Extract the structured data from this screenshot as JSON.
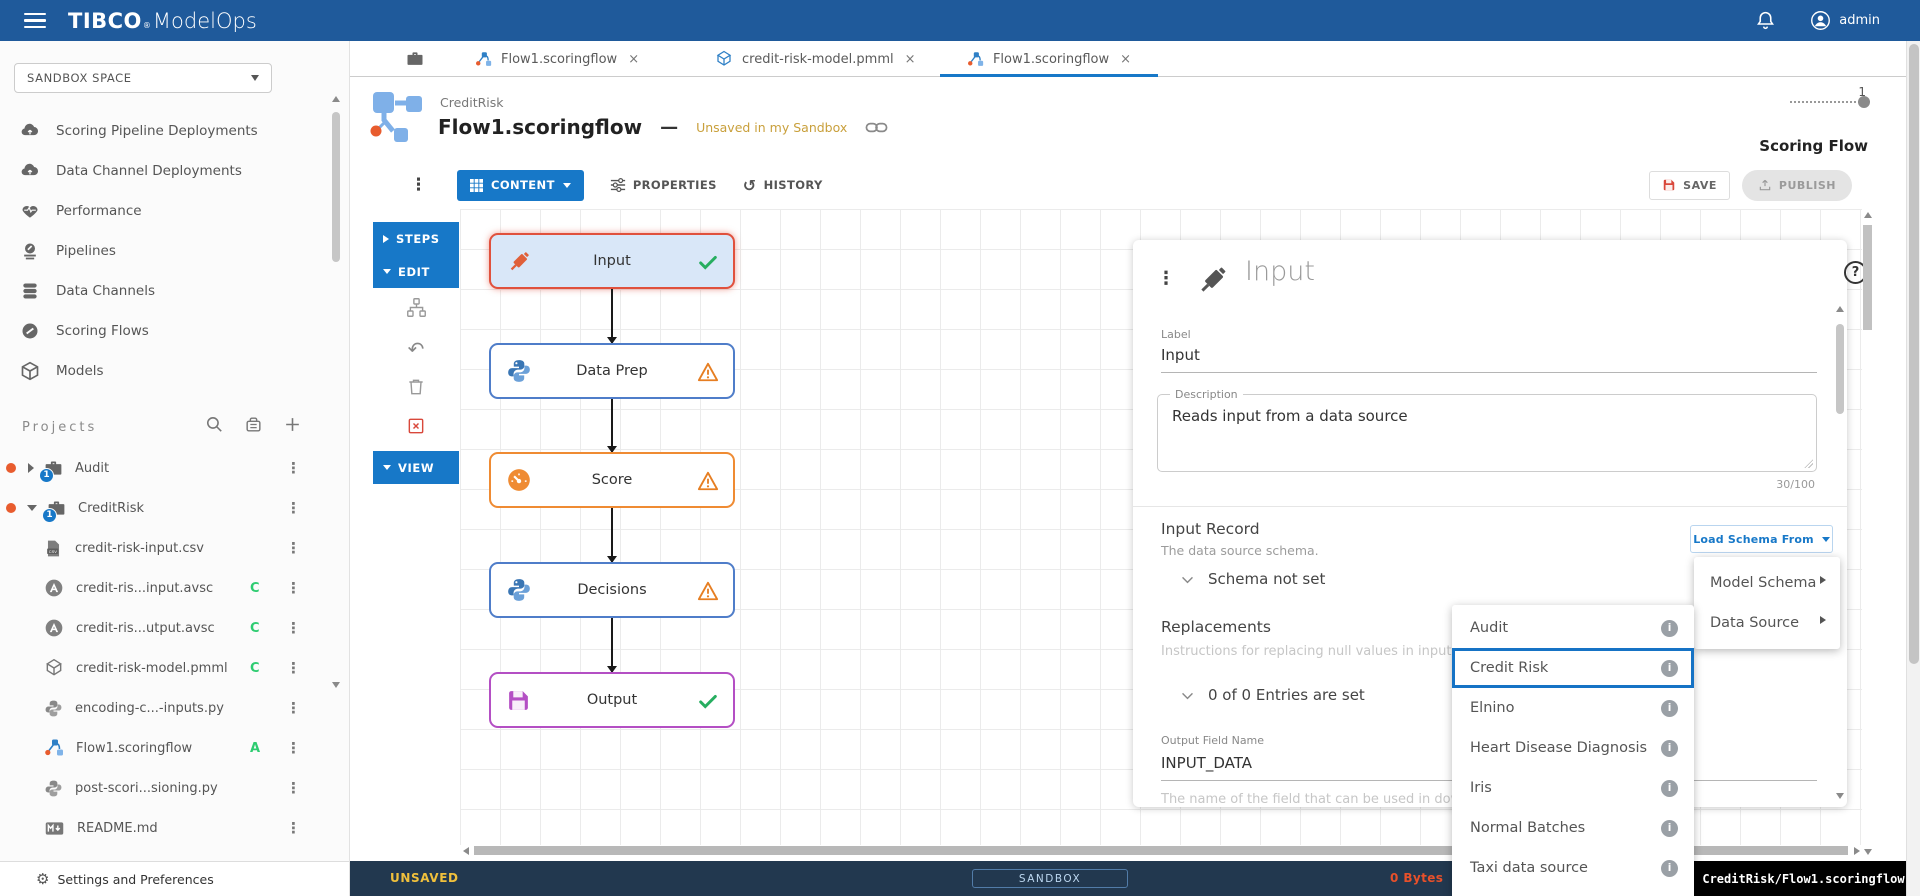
{
  "topbar": {
    "brand_primary": "TIBCO",
    "brand_mark": "®",
    "brand_secondary": "ModelOps",
    "user": "admin"
  },
  "sidebar": {
    "space_selector": "SANDBOX SPACE",
    "nav": [
      {
        "label": "Scoring Pipeline Deployments",
        "icon": "cloud-upload"
      },
      {
        "label": "Data Channel Deployments",
        "icon": "cloud-upload"
      },
      {
        "label": "Performance",
        "icon": "heart"
      },
      {
        "label": "Pipelines",
        "icon": "pipeline"
      },
      {
        "label": "Data Channels",
        "icon": "database"
      },
      {
        "label": "Scoring Flows",
        "icon": "scoring-flow"
      },
      {
        "label": "Models",
        "icon": "cube"
      }
    ],
    "projects_title": "Projects",
    "tree": [
      {
        "kind": "project",
        "name": "Audit",
        "badge": "1",
        "state": "collapsed"
      },
      {
        "kind": "project",
        "name": "CreditRisk",
        "badge": "1",
        "state": "expanded"
      },
      {
        "kind": "file",
        "name": "credit-risk-input.csv",
        "icon": "csv"
      },
      {
        "kind": "file",
        "name": "credit-ris...input.avsc",
        "icon": "avro",
        "status": "C"
      },
      {
        "kind": "file",
        "name": "credit-ris...utput.avsc",
        "icon": "avro",
        "status": "C"
      },
      {
        "kind": "file",
        "name": "credit-risk-model.pmml",
        "icon": "pmml",
        "status": "C"
      },
      {
        "kind": "file",
        "name": "encoding-c...-inputs.py",
        "icon": "python",
        "status": ""
      },
      {
        "kind": "file",
        "name": "Flow1.scoringflow",
        "icon": "flow",
        "status": "A"
      },
      {
        "kind": "file",
        "name": "post-scori...sioning.py",
        "icon": "python",
        "status": ""
      },
      {
        "kind": "file",
        "name": "README.md",
        "icon": "markdown",
        "status": ""
      }
    ],
    "settings_label": "Settings and Preferences"
  },
  "tabs": {
    "close_symbol": "×",
    "items": [
      {
        "label": "Flow1.scoringflow",
        "icon": "scoring-flow",
        "active": false
      },
      {
        "label": "credit-risk-model.pmml",
        "icon": "pmml",
        "active": false
      },
      {
        "label": "Flow1.scoringflow",
        "icon": "scoring-flow",
        "active": true
      }
    ]
  },
  "header": {
    "project": "CreditRisk",
    "title": "Flow1.scoringflow",
    "separator": "—",
    "status": "Unsaved in my Sandbox",
    "version": "1",
    "type_label": "Scoring Flow"
  },
  "toolbar": {
    "content": "CONTENT",
    "properties": "PROPERTIES",
    "history": "HISTORY",
    "save": "SAVE",
    "publish": "PUBLISH"
  },
  "canvas": {
    "edit_panel": {
      "steps": "STEPS",
      "edit": "EDIT",
      "view": "VIEW"
    },
    "nodes": [
      {
        "label": "Input",
        "icon": "syringe",
        "status": "valid"
      },
      {
        "label": "Data Prep",
        "icon": "python",
        "status": "warning"
      },
      {
        "label": "Score",
        "icon": "gauge",
        "status": "warning"
      },
      {
        "label": "Decisions",
        "icon": "python",
        "status": "warning"
      },
      {
        "label": "Output",
        "icon": "floppy",
        "status": "valid"
      }
    ]
  },
  "panel": {
    "title": "Input",
    "label_field": {
      "label": "Label",
      "value": "Input"
    },
    "description_field": {
      "label": "Description",
      "value": "Reads input from a data source",
      "counter": "30/100"
    },
    "input_record": {
      "title": "Input Record",
      "subtitle": "The data source schema.",
      "schema_state": "Schema not set",
      "load_button": "Load Schema From"
    },
    "replacements": {
      "title": "Replacements",
      "subtitle": "Instructions for replacing null values in input records.",
      "entries": "0 of 0 Entries are set"
    },
    "output_field": {
      "label": "Output Field Name",
      "value": "INPUT_DATA",
      "help": "The name of the field that can be used in downstream"
    }
  },
  "menus": {
    "load_schema": {
      "items": [
        {
          "label": "Model Schema"
        },
        {
          "label": "Data Source"
        }
      ]
    },
    "data_sources": {
      "selected": "Credit Risk",
      "items": [
        {
          "label": "Audit"
        },
        {
          "label": "Credit Risk"
        },
        {
          "label": "Elnino"
        },
        {
          "label": "Heart Disease Diagnosis"
        },
        {
          "label": "Iris"
        },
        {
          "label": "Normal Batches"
        },
        {
          "label": "Taxi data source"
        }
      ]
    }
  },
  "statusbar": {
    "state": "UNSAVED",
    "environment": "SANDBOX",
    "size": "0 Bytes",
    "path": "CreditRisk/Flow1.scoringflow"
  },
  "colors": {
    "topbar": "#1f5a9b",
    "accent": "#1778c8",
    "unsaved_text": "#c9a03c",
    "node_input_border": "#e0513d",
    "node_python_border": "#4f7dc9",
    "node_score_border": "#ef8b33",
    "node_output_border": "#b44fc4",
    "valid": "#27ae60",
    "warning": "#e67e22",
    "statusbar_bg": "#22384f",
    "statusbar_unsaved": "#f0c03c",
    "statusbar_bytes": "#e8502a",
    "project_dot": "#e85c2e"
  }
}
